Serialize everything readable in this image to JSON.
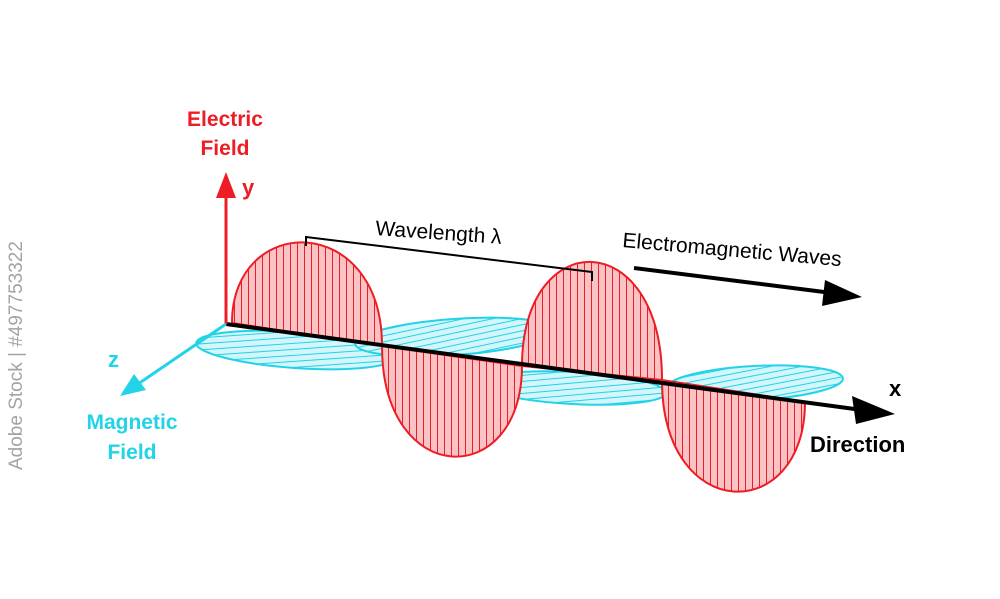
{
  "labels": {
    "electric_line1": "Electric",
    "electric_line2": "Field",
    "y_axis": "y",
    "z_axis": "z",
    "x_axis": "x",
    "magnetic_line1": "Magnetic",
    "magnetic_line2": "Field",
    "wavelength": "Wavelength λ",
    "em_waves": "Electromagnetic Waves",
    "direction": "Direction"
  },
  "watermark": {
    "stock_id": "Adobe Stock | #497753322"
  },
  "colors": {
    "electric": "#ee1c24",
    "electric_fill": "#f9b9bb",
    "magnetic": "#22d3e8",
    "magnetic_fill": "#c9f4fa",
    "axis": "#000000"
  }
}
